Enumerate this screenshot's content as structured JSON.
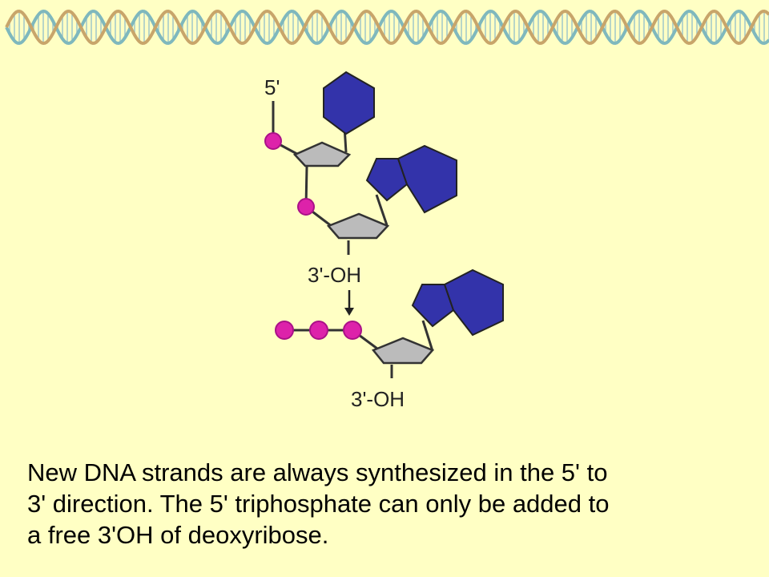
{
  "banner": {
    "icon": "dna-double-helix-border"
  },
  "diagram": {
    "labels": {
      "five_prime": "5'",
      "three_oh_upper": "3'-OH",
      "three_oh_lower": "3'-OH"
    },
    "colors": {
      "base": "#3333AA",
      "phosphate": "#DD22AA",
      "sugar": "#BBBBBB"
    }
  },
  "caption": {
    "lines": [
      "New DNA strands are always synthesized in the 5' to",
      "3' direction.  The 5' triphosphate can only be added to",
      "a free 3'OH of deoxyribose."
    ]
  }
}
